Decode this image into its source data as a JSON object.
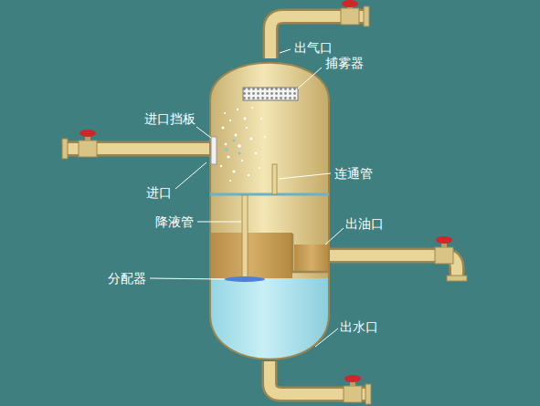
{
  "diagram": {
    "labels": [
      "出气口",
      "捕雾器",
      "进口挡板",
      "连通管",
      "进口",
      "降液管",
      "出油口",
      "分配器",
      "出水口"
    ]
  }
}
